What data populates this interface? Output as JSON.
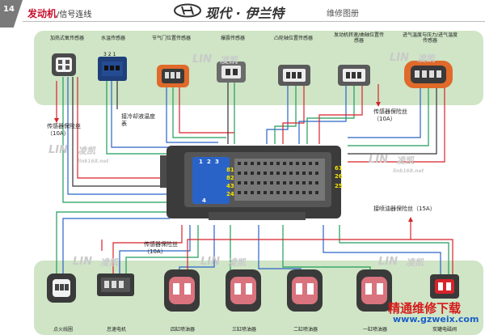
{
  "header": {
    "page_number": "14",
    "section": "发动机",
    "subsection": "/信号连线",
    "brand": "现代 · 伊兰特",
    "manual": "维修图册"
  },
  "top_components": [
    {
      "label": "加热式氧传感器"
    },
    {
      "label": "水温传感器"
    },
    {
      "label": "节气门位置传感器"
    },
    {
      "label": "爆震传感器"
    },
    {
      "label": "凸轮轴位置传感器"
    },
    {
      "label": "发动机转速/曲轴位置传感器"
    },
    {
      "label": "进气温度与压力/进气温度传感器"
    }
  ],
  "bottom_components": [
    {
      "label": "点火线圈"
    },
    {
      "label": "怠速电机"
    },
    {
      "label": "四缸喷油器"
    },
    {
      "label": "三缸喷油器"
    },
    {
      "label": "二缸喷油器"
    },
    {
      "label": "一缸喷油器"
    },
    {
      "label": "炭罐电磁阀"
    }
  ],
  "notes": {
    "fuse_left": "传感器保险丝（10A）",
    "coolant": "接冷却液温度表",
    "fuse_right": "传感器保险丝（10A）",
    "fuse_bottom": "传感器保险丝（10A）",
    "injector_fuse": "接喷油器保险丝（15A）"
  },
  "ecu_pins": [
    "1",
    "2",
    "3",
    "81",
    "82",
    "43",
    "24",
    "61",
    "26",
    "4",
    "25"
  ],
  "connector_pins": [
    "3",
    "2",
    "1"
  ],
  "watermarks": {
    "lin": "LIN",
    "kai": "凌凯",
    "site": "link168.net",
    "red_text": "精通维修下载",
    "url": "www.gzweix.com"
  },
  "colors": {
    "panel": "#cfe5c6",
    "wire_blue": "#2a63c8",
    "wire_green": "#1f9e5a",
    "wire_red": "#d8232a",
    "wire_dark": "#333333",
    "connector_orange": "#e06a2a",
    "connector_pink": "#d9737e",
    "connector_grey": "#6b6b6b",
    "connector_navy": "#1f3f7a"
  }
}
